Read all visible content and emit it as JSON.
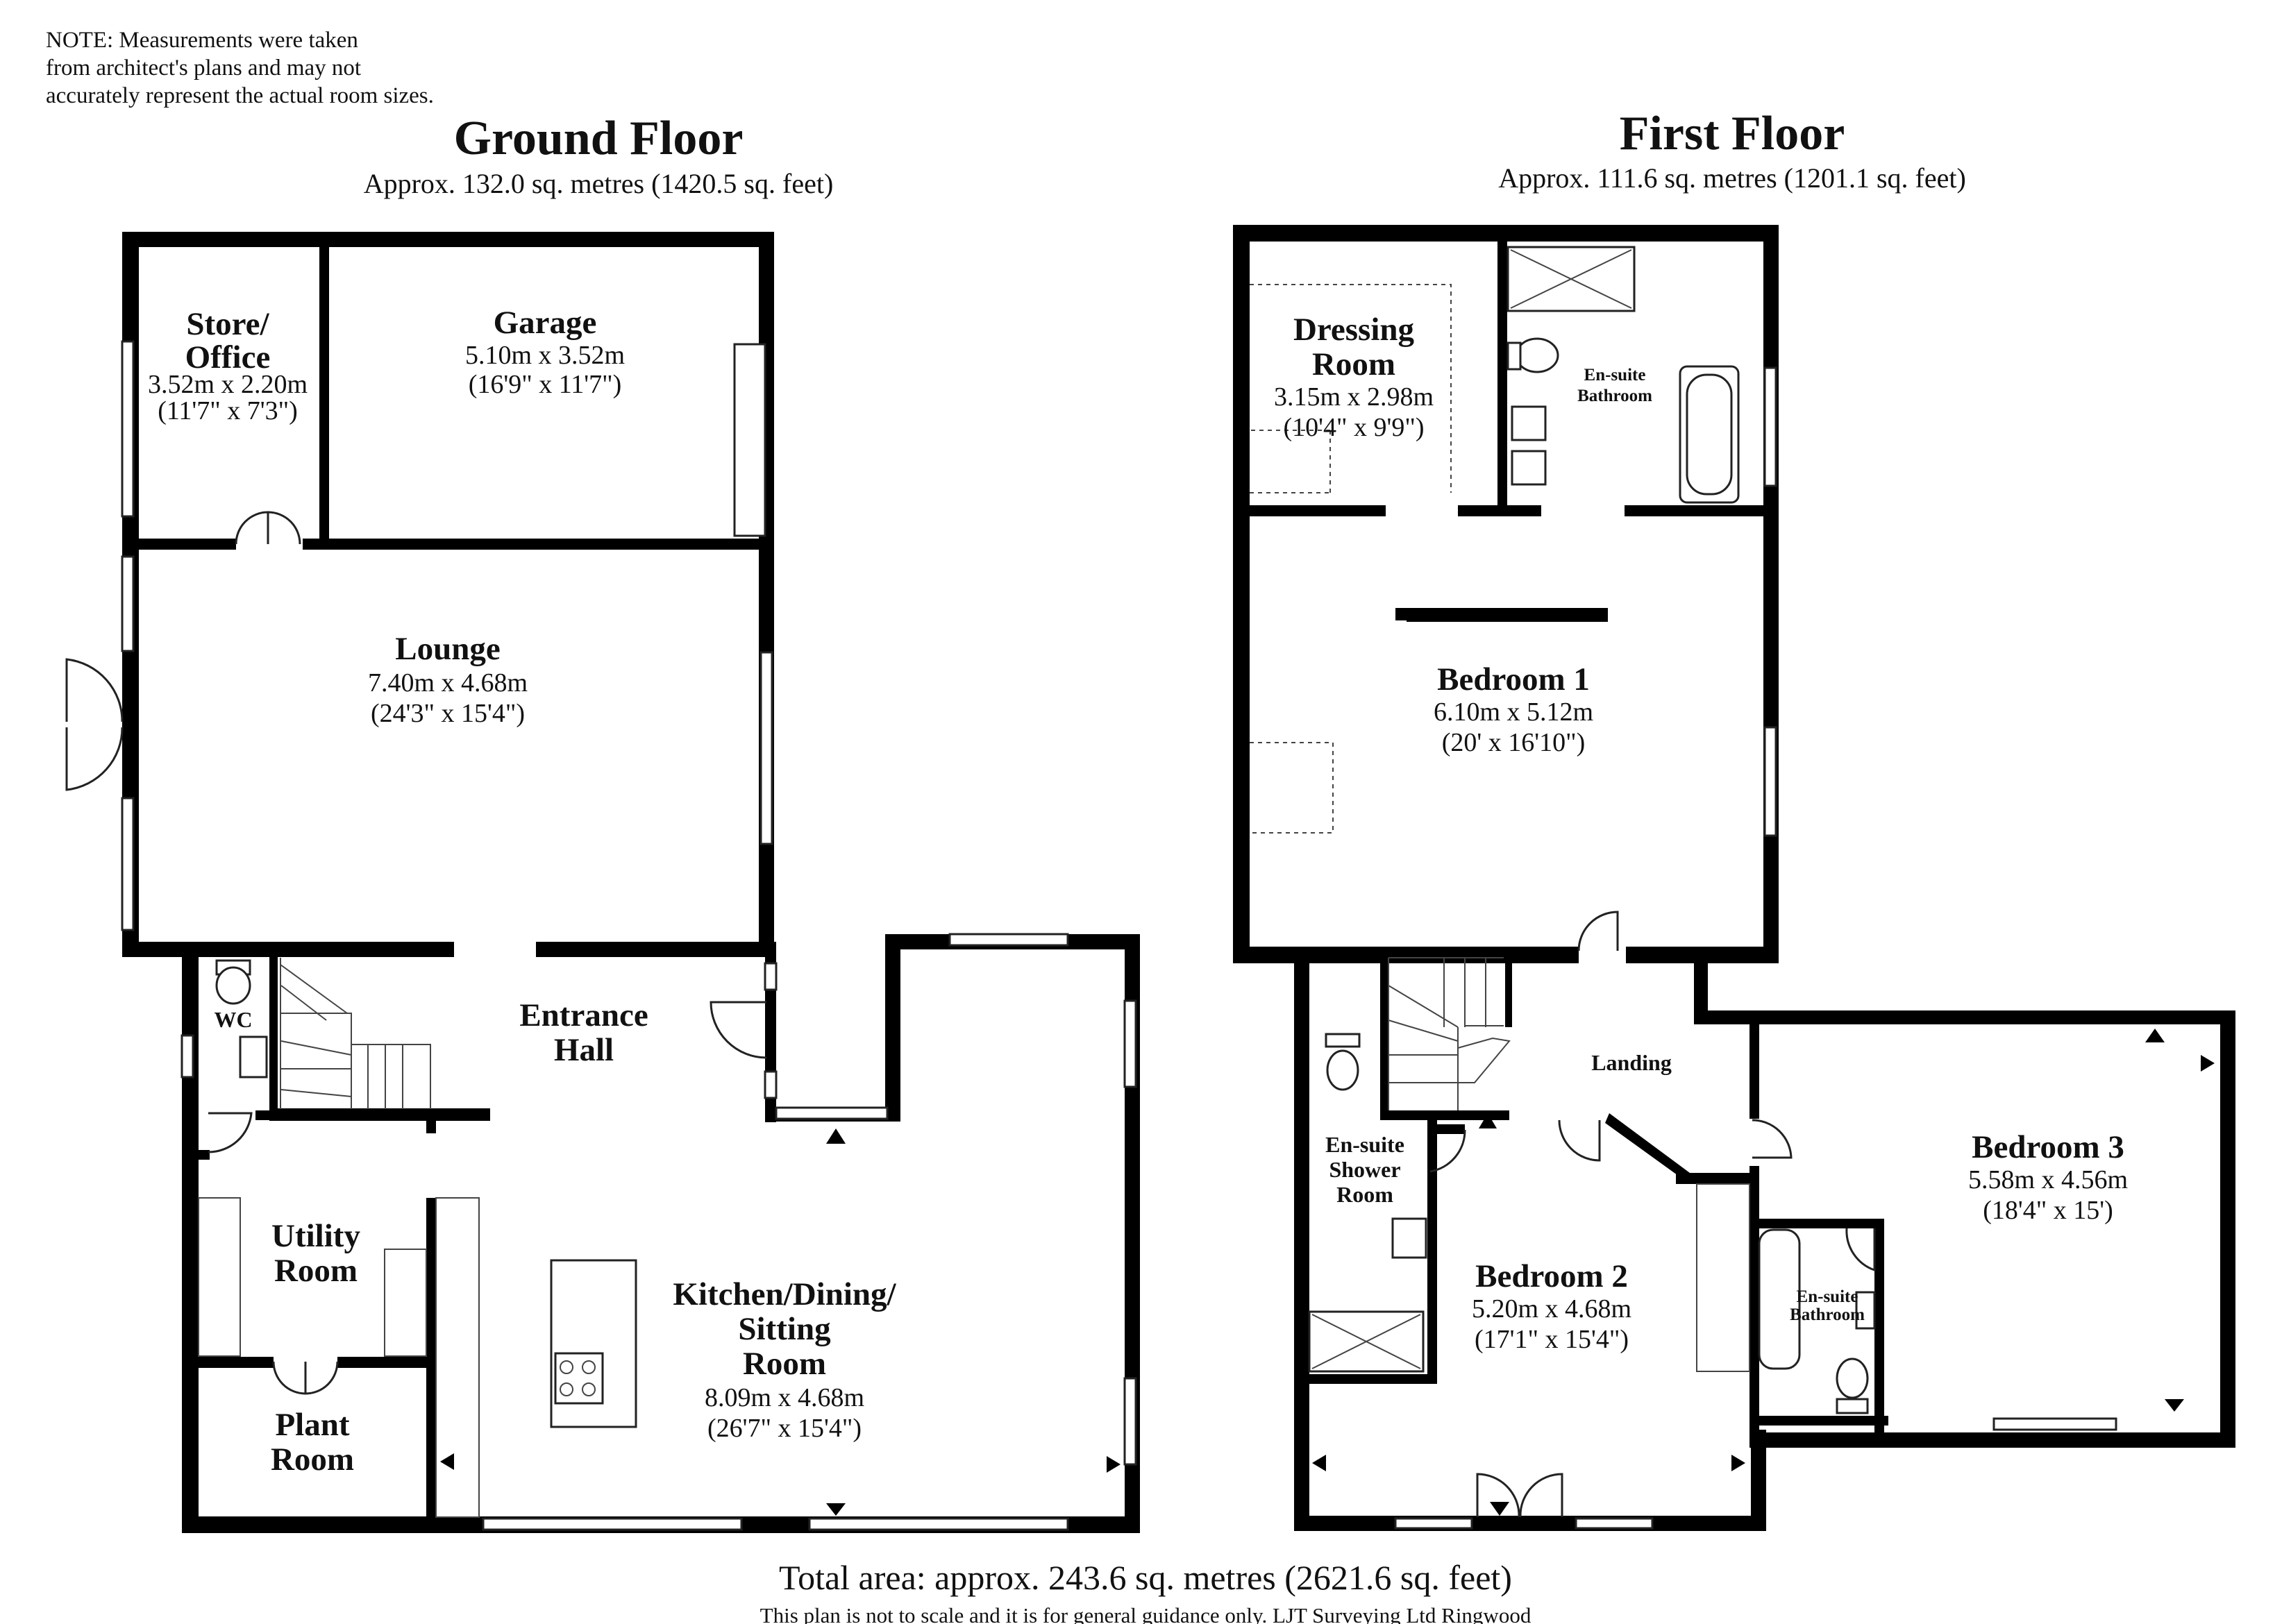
{
  "note": {
    "line1": "NOTE: Measurements were taken",
    "line2": "from architect's plans and may not",
    "line3": "accurately represent the actual room sizes."
  },
  "ground_floor": {
    "title": "Ground Floor",
    "area": "Approx. 132.0 sq. metres (1420.5 sq. feet)",
    "rooms": {
      "store": {
        "name1": "Store/",
        "name2": "Office",
        "metric": "3.52m x 2.20m",
        "imperial": "(11'7\" x 7'3\")"
      },
      "garage": {
        "name": "Garage",
        "metric": "5.10m x 3.52m",
        "imperial": "(16'9\" x 11'7\")"
      },
      "lounge": {
        "name": "Lounge",
        "metric": "7.40m x 4.68m",
        "imperial": "(24'3\" x 15'4\")"
      },
      "entrance": {
        "name1": "Entrance",
        "name2": "Hall"
      },
      "wc": {
        "name": "WC"
      },
      "utility": {
        "name1": "Utility",
        "name2": "Room"
      },
      "plant": {
        "name1": "Plant",
        "name2": "Room"
      },
      "kitchen": {
        "name1": "Kitchen/Dining/",
        "name2": "Sitting",
        "name3": "Room",
        "metric": "8.09m x 4.68m",
        "imperial": "(26'7\" x 15'4\")"
      }
    }
  },
  "first_floor": {
    "title": "First Floor",
    "area": "Approx. 111.6 sq. metres (1201.1 sq. feet)",
    "rooms": {
      "dressing": {
        "name1": "Dressing",
        "name2": "Room",
        "metric": "3.15m x 2.98m",
        "imperial": "(10'4\" x 9'9\")"
      },
      "ensuite1": {
        "name1": "En-suite",
        "name2": "Bathroom"
      },
      "bedroom1": {
        "name": "Bedroom 1",
        "metric": "6.10m x 5.12m",
        "imperial": "(20' x 16'10\")"
      },
      "landing": {
        "name": "Landing"
      },
      "shower": {
        "name1": "En-suite",
        "name2": "Shower",
        "name3": "Room"
      },
      "bedroom2": {
        "name": "Bedroom 2",
        "metric": "5.20m x 4.68m",
        "imperial": "(17'1\" x 15'4\")"
      },
      "bedroom3": {
        "name": "Bedroom 3",
        "metric": "5.58m x 4.56m",
        "imperial": "(18'4\" x 15')"
      },
      "ensuite3": {
        "name1": "En-suite",
        "name2": "Bathroom"
      }
    }
  },
  "total": "Total area: approx. 243.6 sq. metres (2621.6 sq. feet)",
  "disclaimer": "This plan is not to scale and it is for general guidance only. LJT Surveying Ltd Ringwood"
}
